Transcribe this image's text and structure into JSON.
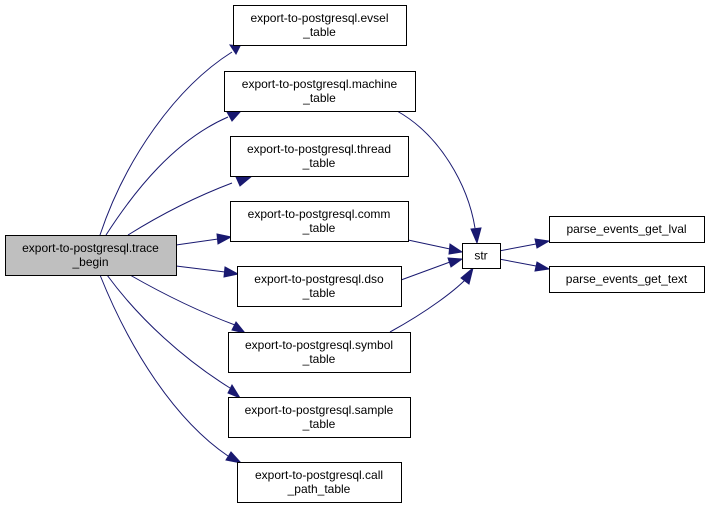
{
  "diagram": {
    "type": "call-graph",
    "edge_color": "#191970",
    "root_fill": "#bfbfbf",
    "nodes": [
      {
        "id": "trace_begin",
        "lines": [
          "export-to-postgresql.trace",
          "_begin"
        ],
        "root": true
      },
      {
        "id": "evsel_table",
        "lines": [
          "export-to-postgresql.evsel",
          "_table"
        ]
      },
      {
        "id": "machine_table",
        "lines": [
          "export-to-postgresql.machine",
          "_table"
        ]
      },
      {
        "id": "thread_table",
        "lines": [
          "export-to-postgresql.thread",
          "_table"
        ]
      },
      {
        "id": "comm_table",
        "lines": [
          "export-to-postgresql.comm",
          "_table"
        ]
      },
      {
        "id": "dso_table",
        "lines": [
          "export-to-postgresql.dso",
          "_table"
        ]
      },
      {
        "id": "symbol_table",
        "lines": [
          "export-to-postgresql.symbol",
          "_table"
        ]
      },
      {
        "id": "sample_table",
        "lines": [
          "export-to-postgresql.sample",
          "_table"
        ]
      },
      {
        "id": "call_path_table",
        "lines": [
          "export-to-postgresql.call",
          "_path_table"
        ]
      },
      {
        "id": "str",
        "lines": [
          "str"
        ]
      },
      {
        "id": "parse_events_get_lval",
        "lines": [
          "parse_events_get_lval"
        ]
      },
      {
        "id": "parse_events_get_text",
        "lines": [
          "parse_events_get_text"
        ]
      }
    ],
    "edges": [
      {
        "from": "trace_begin",
        "to": "evsel_table"
      },
      {
        "from": "trace_begin",
        "to": "machine_table"
      },
      {
        "from": "trace_begin",
        "to": "thread_table"
      },
      {
        "from": "trace_begin",
        "to": "comm_table"
      },
      {
        "from": "trace_begin",
        "to": "dso_table"
      },
      {
        "from": "trace_begin",
        "to": "symbol_table"
      },
      {
        "from": "trace_begin",
        "to": "sample_table"
      },
      {
        "from": "trace_begin",
        "to": "call_path_table"
      },
      {
        "from": "machine_table",
        "to": "str"
      },
      {
        "from": "comm_table",
        "to": "str"
      },
      {
        "from": "dso_table",
        "to": "str"
      },
      {
        "from": "symbol_table",
        "to": "str"
      },
      {
        "from": "str",
        "to": "parse_events_get_lval"
      },
      {
        "from": "str",
        "to": "parse_events_get_text"
      }
    ]
  }
}
